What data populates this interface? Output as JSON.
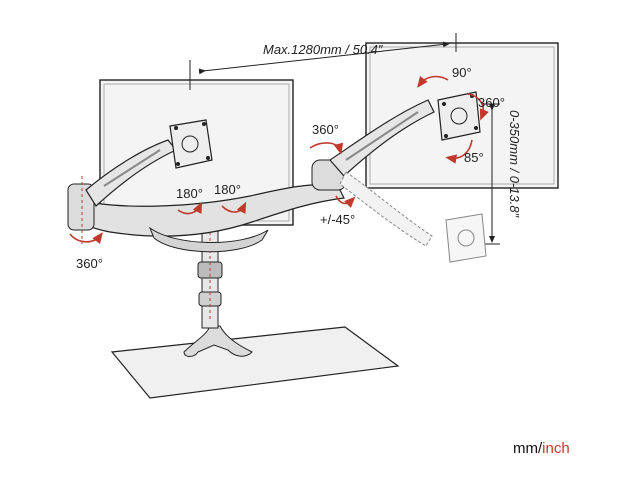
{
  "labels": {
    "width_dim": "Max.1280mm / 50.4″",
    "height_dim": "0-350mm / 0-13.8″",
    "rot_90": "90°",
    "rot_360_right_screen": "360°",
    "rot_85": "85°",
    "rot_360_center": "360°",
    "rot_180_left": "180°",
    "rot_180_right": "180°",
    "tilt_45": "+/-45°",
    "rot_360_left": "360°"
  },
  "units": {
    "mm": "mm",
    "sep": "/",
    "inch": "inch"
  },
  "colors": {
    "accent": "#c0392b",
    "line": "#222222",
    "monitor_fill": "#f4f4f4",
    "arm_fill": "#e2e2e2"
  }
}
